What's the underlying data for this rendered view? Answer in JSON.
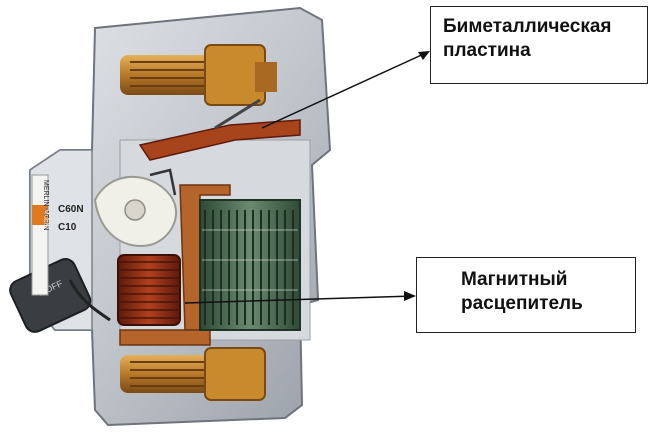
{
  "callouts": {
    "bimetal": {
      "line1": "Биметаллическая",
      "line2": "пластина"
    },
    "magnetic": {
      "line1": "Магнитный",
      "line2": "расцепитель"
    }
  },
  "device_labels": {
    "brand": "MERLIN GERIN",
    "series": "Multi9",
    "model": "C60N",
    "rating": "C10",
    "switch": "0-OFF"
  },
  "colors": {
    "housing": "#c9ccd2",
    "housing_dark": "#8f949c",
    "copper": "#b5642b",
    "brass": "#c98a2e",
    "coil": "#8a2a16",
    "arc_chute": "#4a6a50",
    "line": "#111111"
  }
}
